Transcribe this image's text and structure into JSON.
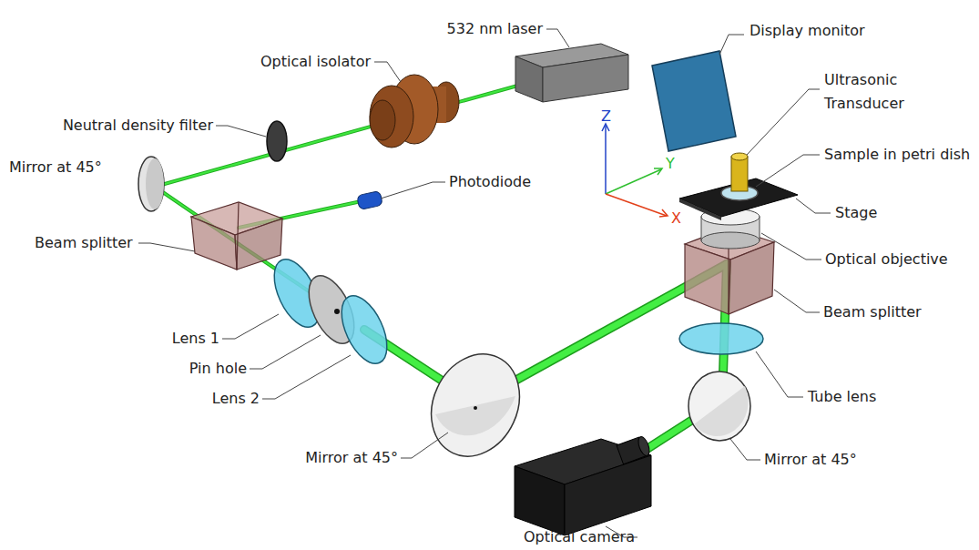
{
  "diagram": {
    "labels": [
      "532 nm laser",
      "Display monitor",
      "Optical isolator",
      "Ultrasonic Transducer",
      "Neutral density filter",
      "Sample in petri dish",
      "Z",
      "Y",
      "X",
      "Mirror at 45°",
      "Photodiode",
      "Stage",
      "Beam splitter",
      "Optical objective",
      "Beam splitter",
      "Lens 1",
      "Pin hole",
      "Lens 2",
      "Tube lens",
      "Mirror at 45°",
      "Mirror at 45°",
      "Optical camera"
    ]
  }
}
